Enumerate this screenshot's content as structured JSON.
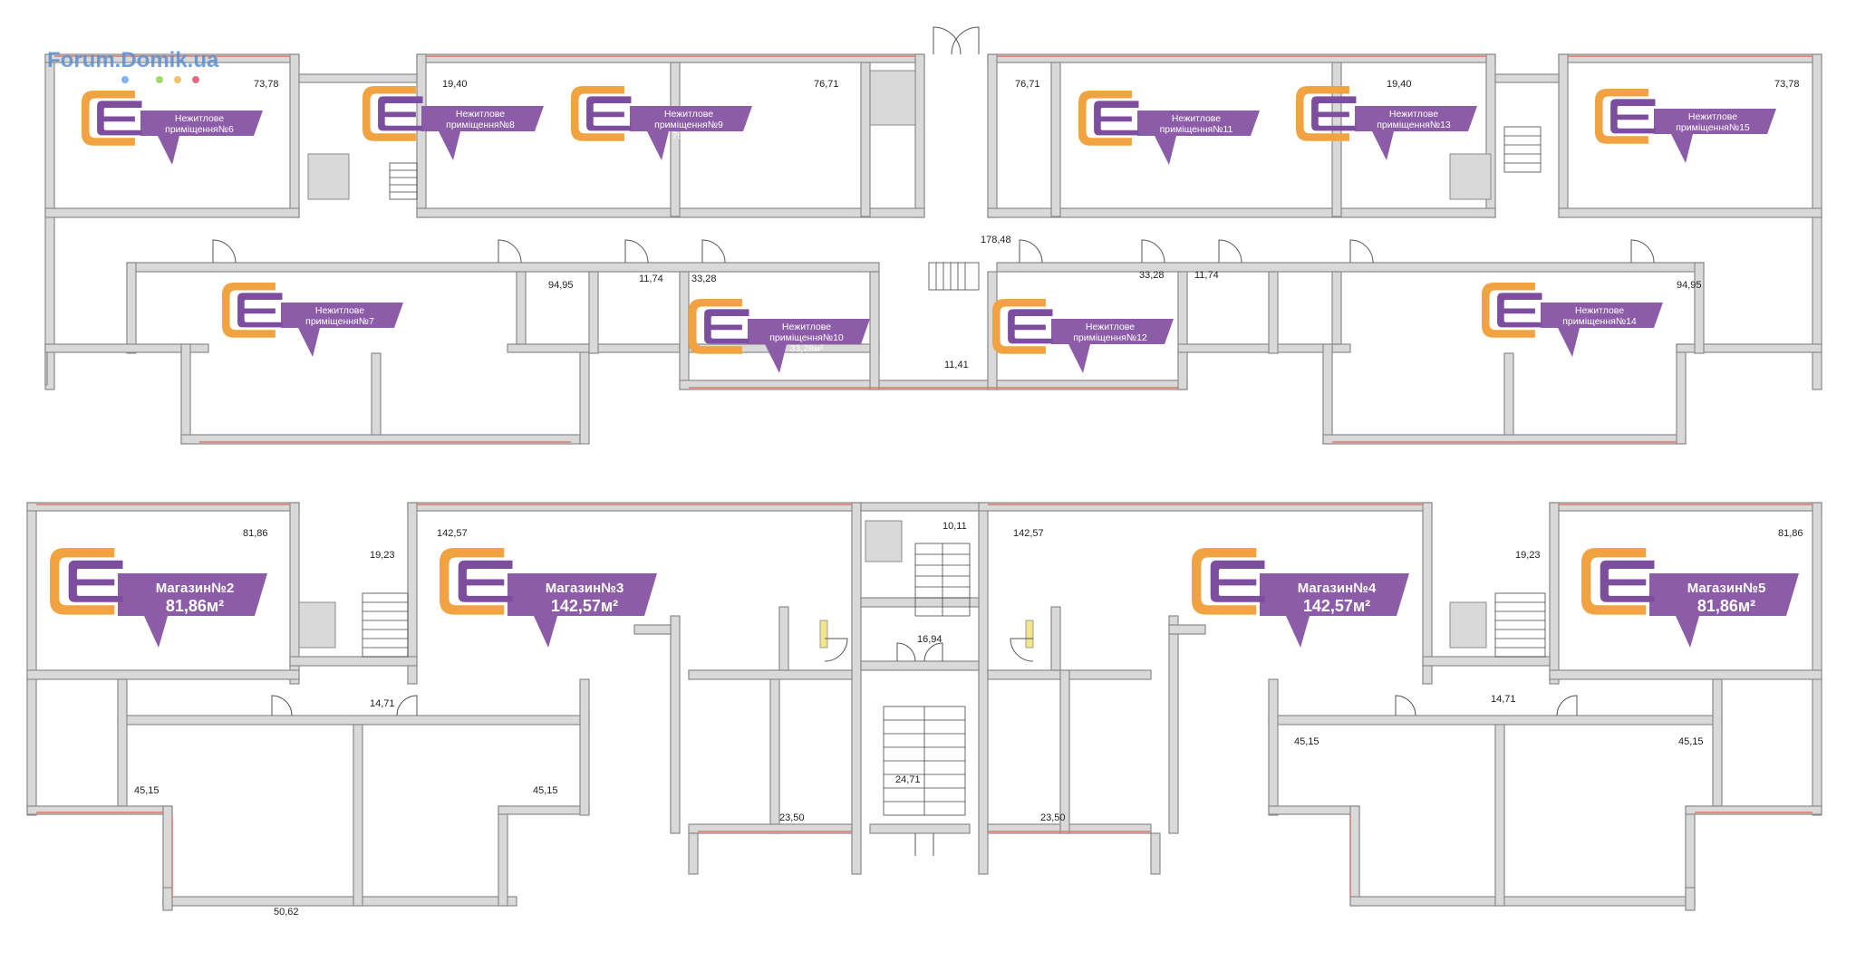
{
  "watermark": {
    "text": "Forum.Domik.ua",
    "dot_colors": [
      "#7fb3ea",
      "#f2c36b",
      "#a6d86a",
      "#e46a8a"
    ]
  },
  "colors": {
    "banner": "#8c5ca8",
    "logo_orange": "#f2a341",
    "logo_purple": "#7d4e9d",
    "wall": "#d9d9d9",
    "window": "#d87a6a"
  },
  "upper": {
    "areas": [
      "73,78",
      "19,40",
      "76,71",
      "76,71",
      "19,40",
      "73,78",
      "178,48",
      "11,74",
      "33,28",
      "33,28",
      "11,74",
      "94,95",
      "94,95",
      "11,41"
    ],
    "units": [
      {
        "l1": "Нежитлове",
        "l2": "приміщення№6",
        "l3": "73,78м²"
      },
      {
        "l1": "Нежитлове",
        "l2": "приміщення№8",
        "l3": "19,40м²"
      },
      {
        "l1": "Нежитлове",
        "l2": "приміщення№9",
        "l3": "76,71м²"
      },
      {
        "l1": "Нежитлове",
        "l2": "приміщення№11",
        "l3": "76,71м²"
      },
      {
        "l1": "Нежитлове",
        "l2": "приміщення№13",
        "l3": "19,40м²"
      },
      {
        "l1": "Нежитлове",
        "l2": "приміщення№15",
        "l3": "73,78м²"
      },
      {
        "l1": "Нежитлове",
        "l2": "приміщення№7",
        "l3": "94,95м²"
      },
      {
        "l1": "Нежитлове",
        "l2": "приміщення№10",
        "l3": "33,28м²"
      },
      {
        "l1": "Нежитлове",
        "l2": "приміщення№12",
        "l3": "33,28м²"
      },
      {
        "l1": "Нежитлове",
        "l2": "приміщення№14",
        "l3": "94,95м²"
      }
    ]
  },
  "lower": {
    "areas": [
      "81,86",
      "19,23",
      "142,57",
      "10,11",
      "142,57",
      "19,23",
      "81,86",
      "16,94",
      "14,71",
      "14,71",
      "45,15",
      "45,15",
      "45,15",
      "45,15",
      "23,50",
      "23,50",
      "24,71",
      "50,62"
    ],
    "shops": [
      {
        "name": "Магазин№2",
        "area": "81,86м²"
      },
      {
        "name": "Магазин№3",
        "area": "142,57м²"
      },
      {
        "name": "Магазин№4",
        "area": "142,57м²"
      },
      {
        "name": "Магазин№5",
        "area": "81,86м²"
      }
    ]
  }
}
